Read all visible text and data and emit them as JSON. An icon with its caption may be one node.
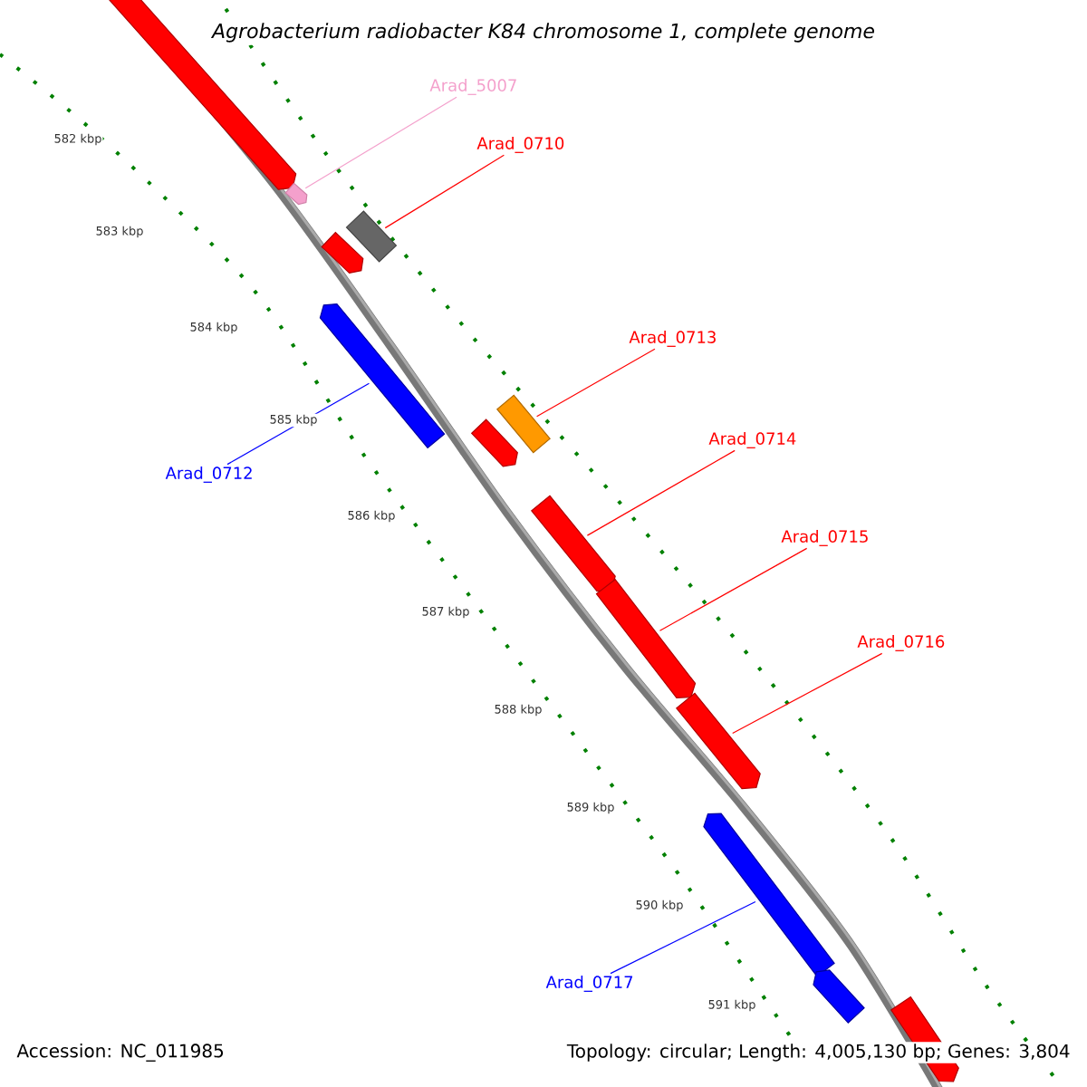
{
  "diagram": {
    "title": "Agrobacterium radiobacter K84 chromosome 1, complete genome",
    "nodes": [
      {
        "text": [
          "Arad_5007"
        ]
      },
      {
        "text": [
          "Arad_0710"
        ]
      },
      {
        "text": [
          "Arad_0712"
        ]
      },
      {
        "text": [
          "Arad_0713"
        ]
      },
      {
        "text": [
          "Arad_0714"
        ]
      },
      {
        "text": [
          "Arad_0715"
        ]
      },
      {
        "text": [
          "Arad_0716"
        ]
      },
      {
        "text": [
          "Arad_0717"
        ]
      },
      {
        "text": [],
        "shape": "bar"
      },
      {
        "text": [],
        "shape": "bar"
      },
      {
        "text": [],
        "shape": "bar"
      },
      {
        "text": [],
        "shape": "bar"
      },
      {
        "text": [],
        "shape": "bar"
      },
      {
        "text": [],
        "shape": "bar"
      },
      {
        "text": [],
        "shape": "bar"
      },
      {
        "text": [],
        "shape": "bar"
      },
      {
        "text": [],
        "shape": "bar"
      },
      {
        "text": [],
        "shape": "bar"
      },
      {
        "text": [],
        "shape": "bar"
      },
      {
        "text": [],
        "shape": "bar"
      },
      {
        "text": [],
        "shape": "bar"
      }
    ],
    "edges": [
      {
        "from": 0,
        "to": 9,
        "arrow": "none",
        "color": "#f4a0cc"
      },
      {
        "from": 1,
        "to": 10,
        "arrow": "none"
      },
      {
        "from": 2,
        "to": 12,
        "arrow": "none",
        "color": "#0000ff"
      },
      {
        "from": 3,
        "to": 13,
        "arrow": "none"
      },
      {
        "from": 4,
        "to": 15,
        "arrow": "none"
      },
      {
        "from": 5,
        "to": 16,
        "arrow": "none"
      },
      {
        "from": 6,
        "to": 17,
        "arrow": "none"
      },
      {
        "from": 7,
        "to": 18,
        "arrow": "none",
        "color": "#0000ff"
      }
    ],
    "labels": [
      "582 kbp",
      "583 kbp",
      "584 kbp",
      "585 kbp",
      "586 kbp",
      "587 kbp",
      "588 kbp",
      "589 kbp",
      "590 kbp",
      "591 kbp",
      "Accession: NC_011985",
      "Topology: circular; Length: 4,005,130 bp; Genes: 3,804"
    ]
  }
}
